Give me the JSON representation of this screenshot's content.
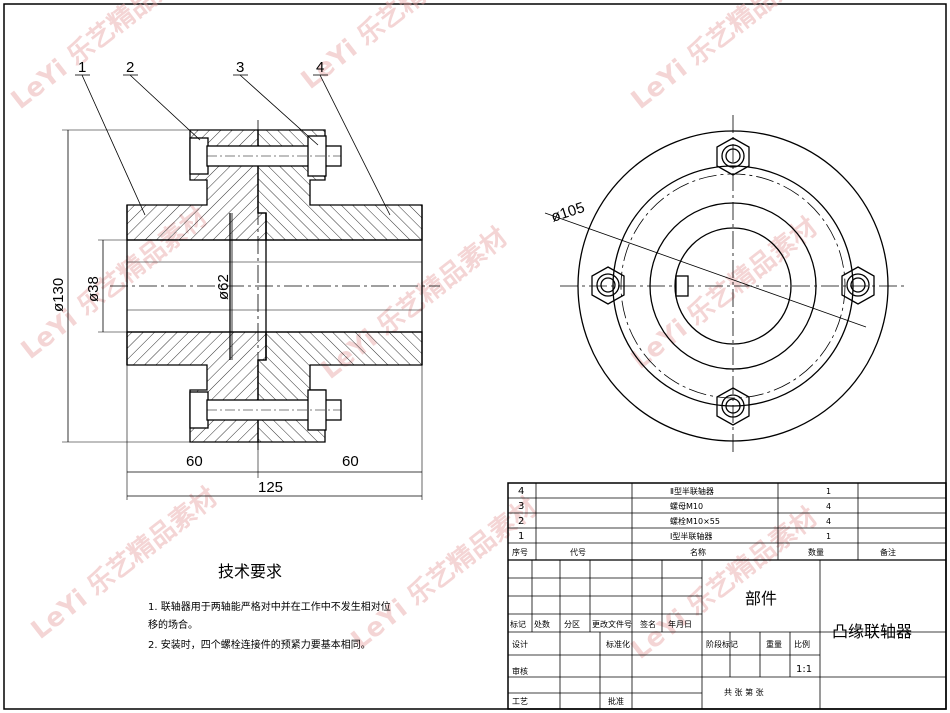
{
  "balloons": [
    "1",
    "2",
    "3",
    "4"
  ],
  "dimensions": {
    "d130": "ø130",
    "d38": "ø38",
    "d62": "ø62",
    "d105": "ø105",
    "left_len": "60",
    "right_len": "60",
    "total_len": "125"
  },
  "tech_req": {
    "title": "技术要求",
    "line1": "1. 联轴器用于两轴能严格对中并在工作中不发生相对位",
    "line1b": "移的场合。",
    "line2": "2. 安装时，四个螺栓连接件的预紧力要基本相同。"
  },
  "bom": {
    "rows": [
      {
        "no": "4",
        "name": "Ⅱ型半联轴器",
        "qty": "1"
      },
      {
        "no": "3",
        "name": "螺母M10",
        "qty": "4"
      },
      {
        "no": "2",
        "name": "螺栓M10×55",
        "qty": "4"
      },
      {
        "no": "1",
        "name": "Ⅰ型半联轴器",
        "qty": "1"
      }
    ],
    "header": {
      "no": "序号",
      "code": "代号",
      "name": "名称",
      "qty": "数量",
      "remark": "备注"
    }
  },
  "title_block": {
    "assembly": "部件",
    "part_name": "凸缘联轴器",
    "scale": "1:1",
    "labels": {
      "mark": "标记",
      "count": "处数",
      "zone": "分区",
      "change_no": "更改文件号",
      "sign": "签名",
      "date": "年月日",
      "design": "设计",
      "standard": "标准化",
      "stage": "阶段标记",
      "weight": "重量",
      "ratio": "比例",
      "review": "审核",
      "craft": "工艺",
      "approve": "批准",
      "sheets": "共 张   第 张"
    }
  },
  "watermark": "LeYi 乐艺精品素材"
}
